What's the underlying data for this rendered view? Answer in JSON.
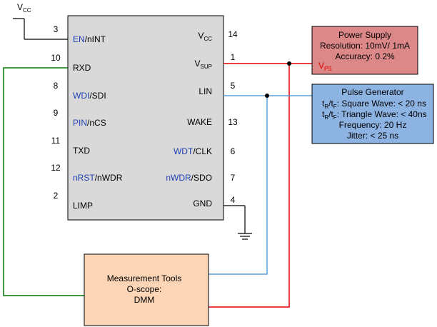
{
  "vcc_label": "V",
  "vcc_sub": "CC",
  "chip": {
    "left_pins": [
      {
        "num": "3",
        "hi": "EN",
        "rest": "/nINT"
      },
      {
        "num": "10",
        "hi": "",
        "rest": "RXD"
      },
      {
        "num": "8",
        "hi": "WDI",
        "rest": "/SDI"
      },
      {
        "num": "9",
        "hi": "PIN",
        "rest": "/nCS"
      },
      {
        "num": "11",
        "hi": "",
        "rest": "TXD"
      },
      {
        "num": "12",
        "hi": "nRST",
        "rest": "/nWDR"
      },
      {
        "num": "2",
        "hi": "",
        "rest": "LIMP"
      }
    ],
    "right_pins": [
      {
        "num": "14",
        "label": "V",
        "sub": "CC",
        "hi": "",
        "rest": ""
      },
      {
        "num": "1",
        "label": "V",
        "sub": "SUP",
        "hi": "",
        "rest": ""
      },
      {
        "num": "5",
        "label": "LIN",
        "sub": "",
        "hi": "",
        "rest": ""
      },
      {
        "num": "13",
        "label": "WAKE",
        "sub": "",
        "hi": "",
        "rest": ""
      },
      {
        "num": "6",
        "label": "",
        "sub": "",
        "hi": "WDT",
        "rest": "/CLK"
      },
      {
        "num": "7",
        "label": "",
        "sub": "",
        "hi": "nWDR",
        "rest": "/SDO"
      },
      {
        "num": "4",
        "label": "GND",
        "sub": "",
        "hi": "",
        "rest": ""
      }
    ]
  },
  "power_supply": {
    "title": "Power Supply",
    "line1": "Resolution: 10mV/ 1mA",
    "line2": "Accuracy: 0.2%",
    "vps_label": "V",
    "vps_sub": "PS",
    "fill": "#dd8888",
    "label_color": "#e00000"
  },
  "pulse_generator": {
    "title": "Pulse Generator",
    "sq_prefix": "t",
    "sq_r": "R",
    "sq_mid": "/t",
    "sq_f": "F",
    "sq_text": ": Square Wave: < 20 ns",
    "tri_text": ": Triangle Wave: < 40ns",
    "freq": "Frequency: 20 Hz",
    "jitter": "Jitter: < 25 ns",
    "fill": "#8db3e2"
  },
  "measurement": {
    "line1": "Measurement Tools",
    "line2": "O-scope:",
    "line3": "DMM",
    "fill": "#fbd5b5"
  },
  "colors": {
    "chip_fill": "#d9d9d9",
    "red_wire": "#e00000",
    "blue_wire": "#5b9bd5",
    "green_wire": "#007a00",
    "pin_blue": "#1f3fb4"
  }
}
